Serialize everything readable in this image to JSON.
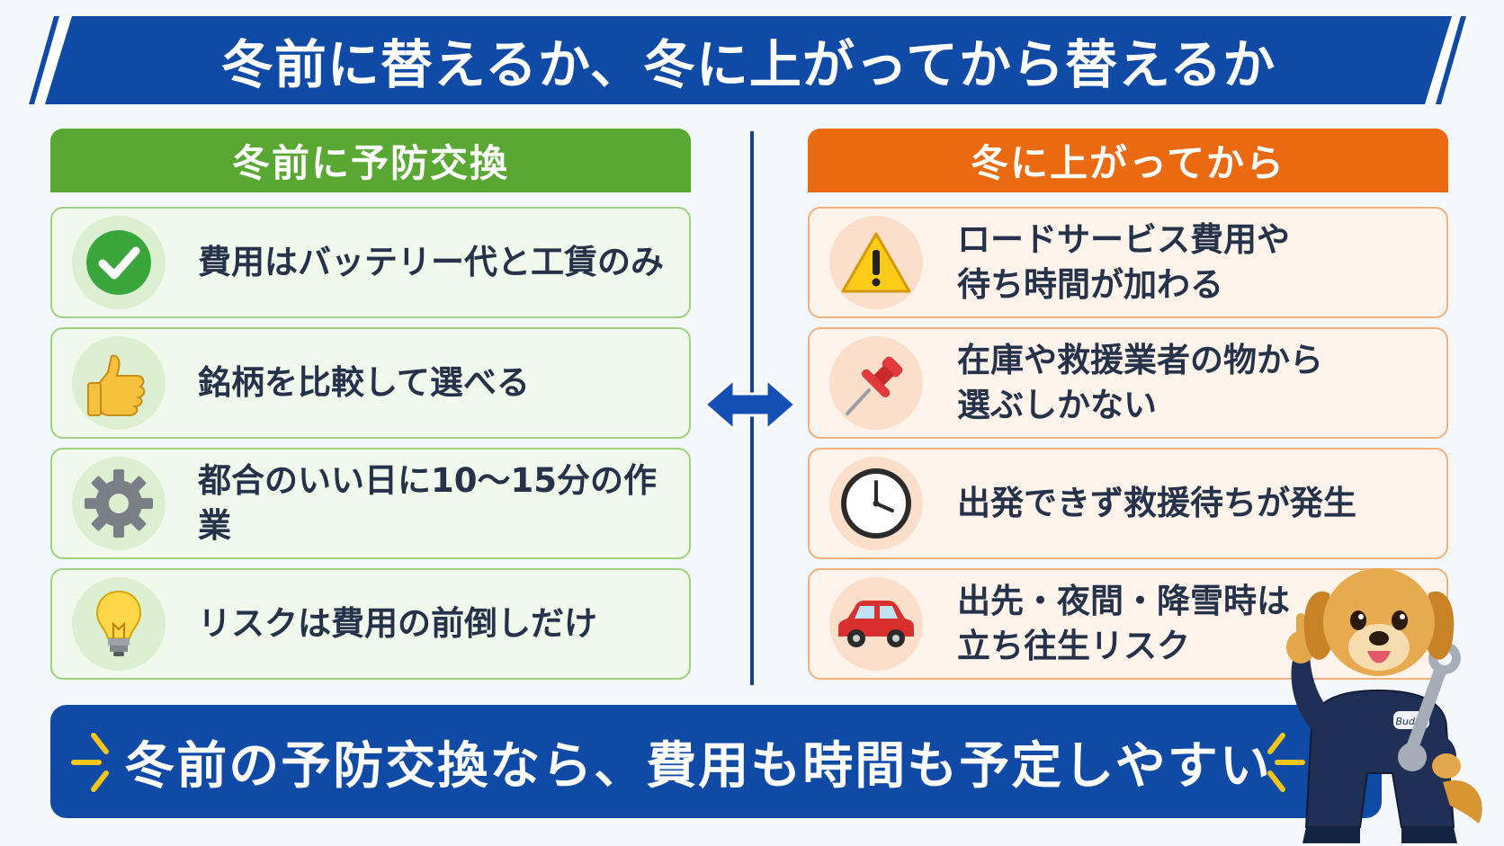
{
  "title": "冬前に替えるか、冬に上がってから替えるか",
  "left": {
    "header": "冬前に予防交換",
    "items": [
      {
        "icon": "check-icon",
        "text": "費用はバッテリー代と工賃のみ"
      },
      {
        "icon": "thumbs-up-icon",
        "text": "銘柄を比較して選べる"
      },
      {
        "icon": "gear-icon",
        "text": "都合のいい日に10〜15分の作業"
      },
      {
        "icon": "lightbulb-icon",
        "text": "リスクは費用の前倒しだけ"
      }
    ]
  },
  "right": {
    "header": "冬に上がってから",
    "items": [
      {
        "icon": "warning-icon",
        "text": "ロードサービス費用や\n待ち時間が加わる"
      },
      {
        "icon": "pushpin-icon",
        "text": "在庫や救援業者の物から\n選ぶしかない"
      },
      {
        "icon": "clock-icon",
        "text": "出発できず救援待ちが発生"
      },
      {
        "icon": "car-icon",
        "text": "出先・夜間・降雪時は\n立ち往生リスク"
      }
    ]
  },
  "banner": "冬前の予防交換なら、費用も時間も予定しやすい",
  "mascot_badge": "Buddy",
  "colors": {
    "title_bg": "#0f4aa6",
    "left_accent": "#5aa834",
    "right_accent": "#ea6a12",
    "banner_bg": "#0f4aa6",
    "spark": "#f5c518"
  }
}
